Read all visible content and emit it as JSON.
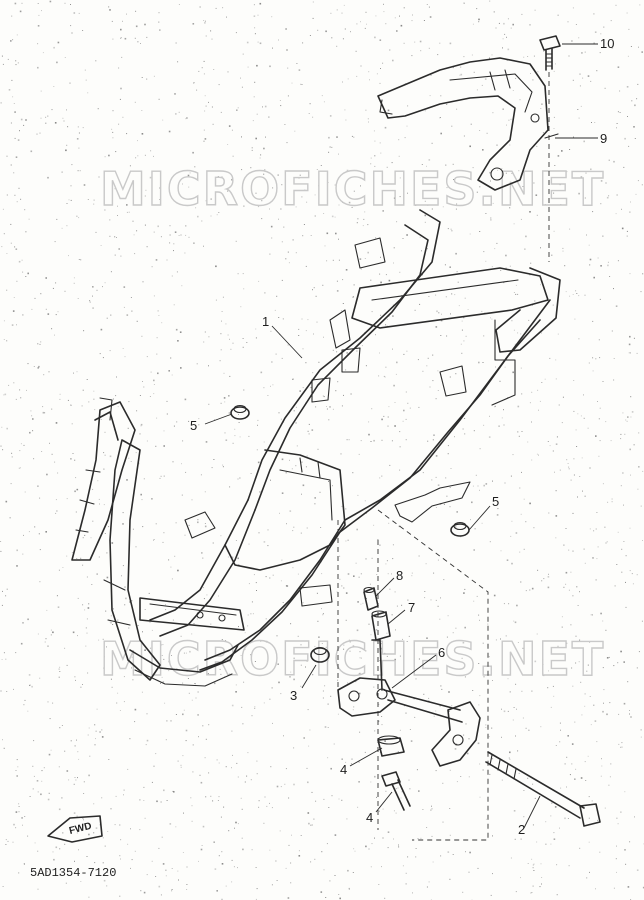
{
  "watermark": "MICROFICHES.NET",
  "diagram_code": "5AD1354-7120",
  "direction_label": "FWD",
  "callouts": {
    "c1": "1",
    "c2": "2",
    "c3": "3",
    "c4a": "4",
    "c4b": "4",
    "c5a": "5",
    "c5b": "5",
    "c6": "6",
    "c7": "7",
    "c8": "8",
    "c9": "9",
    "c10": "10"
  }
}
